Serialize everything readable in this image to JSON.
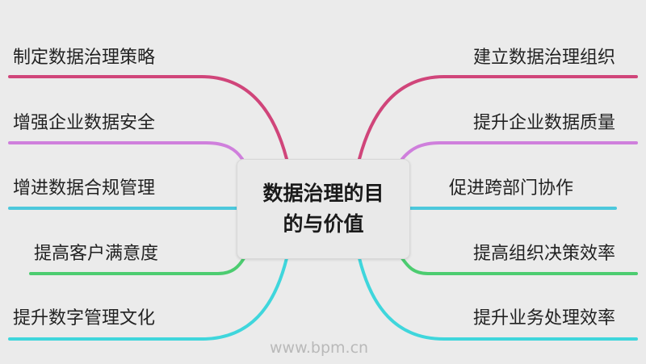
{
  "center": {
    "title": "数据治理的目的与价值"
  },
  "left_branches": [
    {
      "label": "制定数据治理策略",
      "color": "#d0457a"
    },
    {
      "label": "增强企业数据安全",
      "color": "#cf7fdc"
    },
    {
      "label": "增进数据合规管理",
      "color": "#4cc8dc"
    },
    {
      "label": "提高客户满意度",
      "color": "#4ccc70"
    },
    {
      "label": "提升数字管理文化",
      "color": "#3fd6dc"
    }
  ],
  "right_branches": [
    {
      "label": "建立数据治理组织",
      "color": "#d0457a"
    },
    {
      "label": "提升企业数据质量",
      "color": "#cf7fdc"
    },
    {
      "label": "促进跨部门协作",
      "color": "#4cc8dc"
    },
    {
      "label": "提高组织决策效率",
      "color": "#4ccc70"
    },
    {
      "label": "提升业务处理效率",
      "color": "#3fd6dc"
    }
  ],
  "watermark": "www.bpm.cn"
}
